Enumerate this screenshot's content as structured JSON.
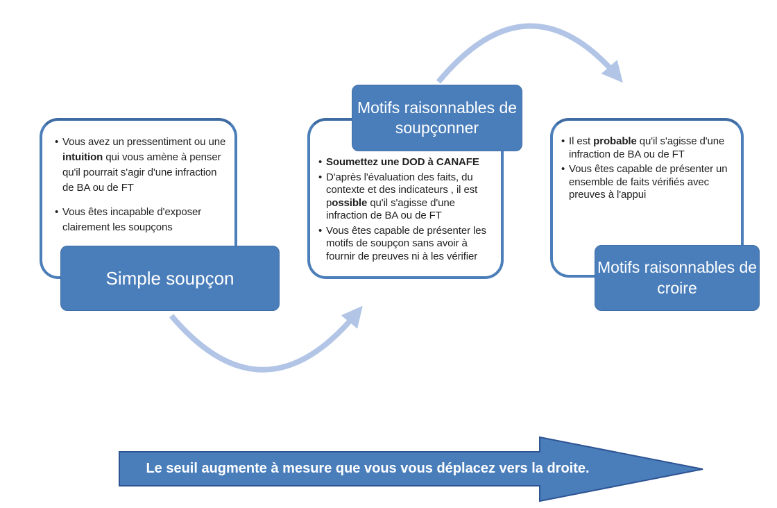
{
  "colors": {
    "accent_blue": "#4a7ebb",
    "rect_border_blue": "#4c7fba",
    "curve_arrow_blue": "#b2c5e6",
    "big_arrow_outline": "#2d5392",
    "label_text": "#ffffff",
    "body_text": "#1f1f1f"
  },
  "cards": [
    {
      "label": "Simple soupçon",
      "bullets": [
        {
          "segments": [
            {
              "text": "Vous avez un pressentiment ou une ",
              "bold": false
            },
            {
              "text": "intuition",
              "bold": true
            },
            {
              "text": " qui vous amène à penser qu'il pourrait s'agir d'une infraction de BA ou de FT",
              "bold": false
            }
          ]
        },
        {
          "segments": [
            {
              "text": "Vous êtes incapable d'exposer clairement les soupçons",
              "bold": false
            }
          ]
        }
      ]
    },
    {
      "label": "Motifs raisonnables de soupçonner",
      "bullets": [
        {
          "segments": [
            {
              "text": "Soumettez une DOD à CANAFE",
              "bold": true
            }
          ]
        },
        {
          "segments": [
            {
              "text": "D'après l'évaluation des faits, du contexte et des indicateurs , il est p",
              "bold": false
            },
            {
              "text": "ossible",
              "bold": true
            },
            {
              "text": " qu'il s'agisse d'une infraction de BA ou de FT",
              "bold": false
            }
          ]
        },
        {
          "segments": [
            {
              "text": "Vous êtes capable de présenter les motifs de soupçon sans avoir à fournir de preuves ni à les vérifier",
              "bold": false
            }
          ]
        }
      ]
    },
    {
      "label": "Motifs raisonnables de croire",
      "bullets": [
        {
          "segments": [
            {
              "text": "Il est ",
              "bold": false
            },
            {
              "text": "probable",
              "bold": true
            },
            {
              "text": " qu'il s'agisse d'une infraction de BA ou de FT",
              "bold": false
            }
          ]
        },
        {
          "segments": [
            {
              "text": "Vous êtes capable de présenter un ensemble de faits vérifiés avec preuves à l'appui",
              "bold": false
            }
          ]
        }
      ]
    }
  ],
  "threshold_arrow": {
    "label": "Le seuil augmente à mesure que vous vous déplacez vers la droite."
  }
}
